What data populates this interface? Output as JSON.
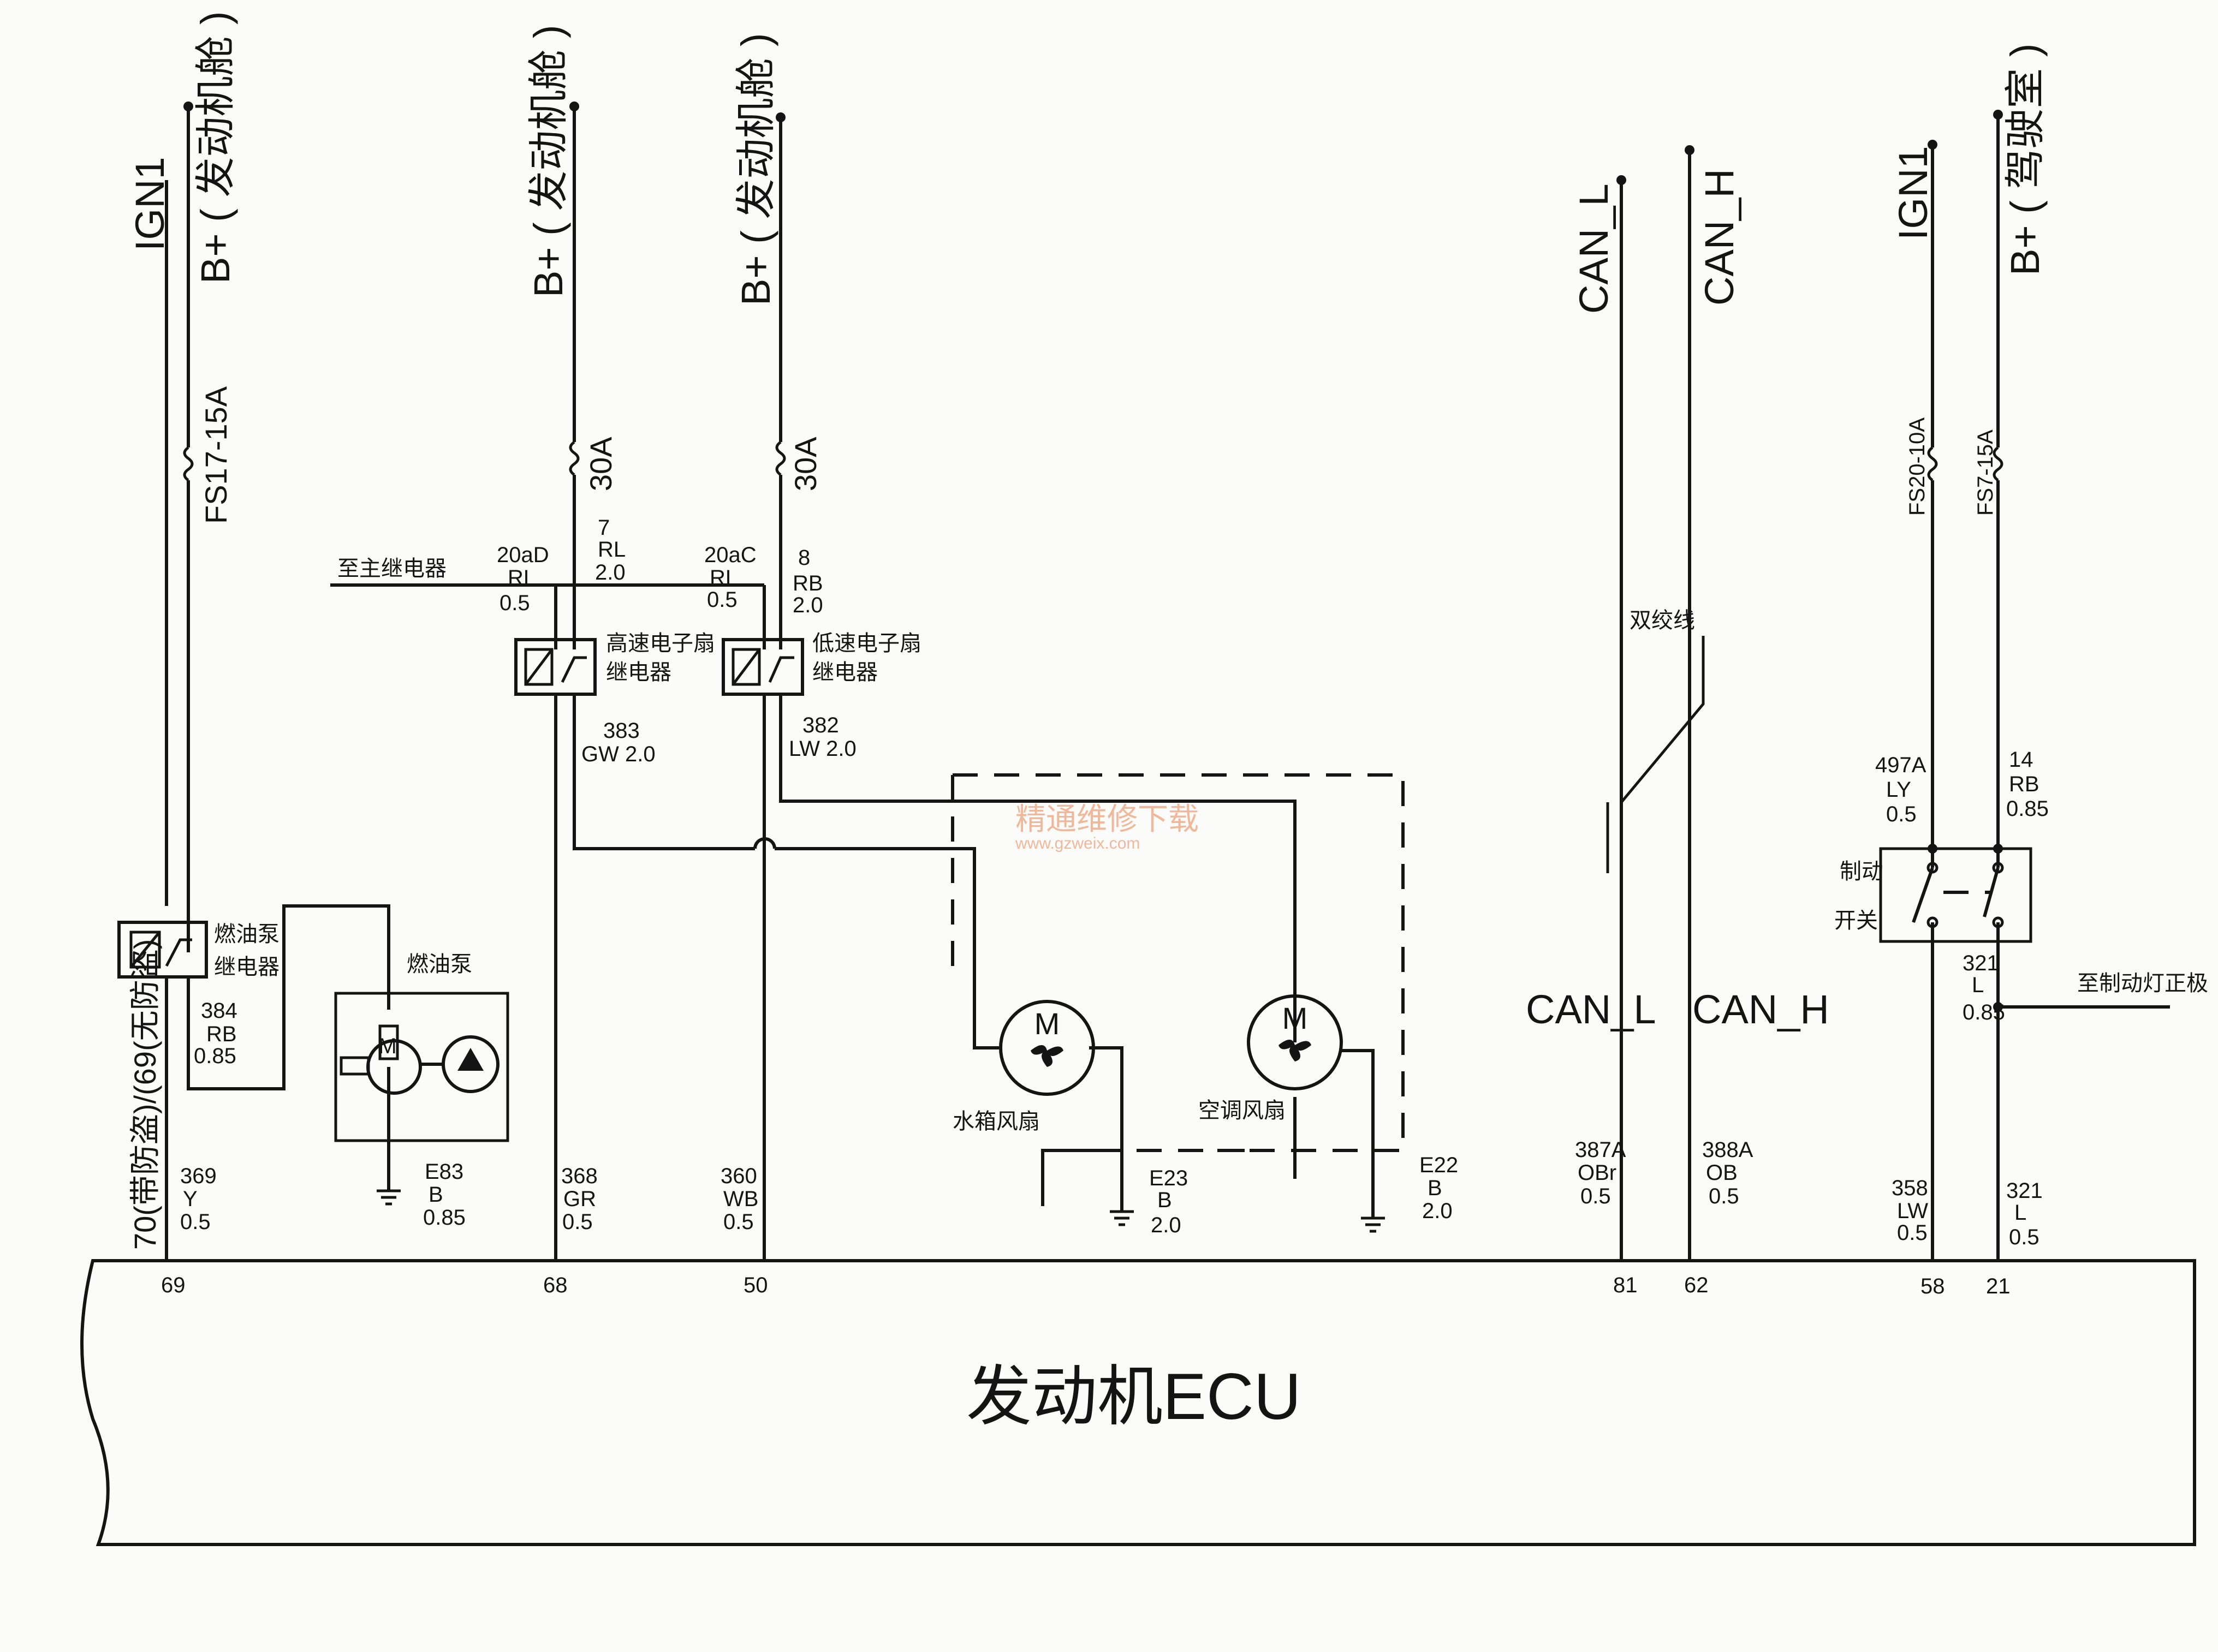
{
  "supplies": {
    "ign1_left": "IGN1",
    "bplus_1": "B+ ( 发动机舱 )",
    "bplus_2": "B+ ( 发动机舱 )",
    "bplus_3": "B+ ( 发动机舱 )",
    "can_l_top": "CAN_L",
    "can_h_top": "CAN_H",
    "ign1_right": "IGN1",
    "bplus_right": "B+ ( 驾驶室 )"
  },
  "fuses": {
    "fs17": "FS17-15A",
    "f30a_1": "30A",
    "f30a_2": "30A",
    "fs20": "FS20-10A",
    "fs7": "FS7-15A"
  },
  "relays": {
    "to_main_relay": "至主继电器",
    "high_speed_line1": "高速电子扇",
    "high_speed_line2": "继电器",
    "low_speed_line1": "低速电子扇",
    "low_speed_line2": "继电器",
    "fuel_pump_relay_line1": "燃油泵",
    "fuel_pump_relay_line2": "继电器",
    "fuel_pump": "燃油泵",
    "brake_switch_line1": "制动",
    "brake_switch_line2": "开关",
    "twisted_pair": "双绞线",
    "to_brake_light": "至制动灯正极",
    "fuel_pump_m": "M"
  },
  "wires": {
    "w20aD": [
      "20aD",
      "RL",
      "0.5"
    ],
    "w7": [
      "7",
      "RL",
      "2.0"
    ],
    "w20aC": [
      "20aC",
      "RL",
      "0.5"
    ],
    "w8": [
      "8",
      "RB",
      "2.0"
    ],
    "w383": [
      "383",
      "GW 2.0"
    ],
    "w382": [
      "382",
      "LW 2.0"
    ],
    "w384": [
      "384",
      "RB",
      "0.85"
    ],
    "w369": [
      "369",
      "Y",
      "0.5"
    ],
    "wE83": [
      "E83",
      "B",
      "0.85"
    ],
    "w368": [
      "368",
      "GR",
      "0.5"
    ],
    "w360": [
      "360",
      "WB",
      "0.5"
    ],
    "wE23": [
      "E23",
      "B",
      "2.0"
    ],
    "wE22": [
      "E22",
      "B",
      "2.0"
    ],
    "w387A": [
      "387A",
      "OBr",
      "0.5"
    ],
    "w388A": [
      "388A",
      "OB",
      "0.5"
    ],
    "w497A": [
      "497A",
      "LY",
      "0.5"
    ],
    "w14": [
      "14",
      "RB",
      "0.85"
    ],
    "w321a": [
      "321",
      "L",
      "0.85"
    ],
    "w358": [
      "358",
      "LW",
      "0.5"
    ],
    "w321b": [
      "321",
      "L",
      "0.5"
    ],
    "pin69_note": "70(带防盗)/(69(无防盗)"
  },
  "fans": {
    "m1": "M",
    "m2": "M",
    "radiator": "水箱风扇",
    "ac": "空调风扇"
  },
  "can": {
    "low": "CAN_L",
    "high": "CAN_H"
  },
  "pins": [
    "69",
    "68",
    "50",
    "81",
    "62",
    "58",
    "21"
  ],
  "ecu": {
    "title": "发动机ECU"
  },
  "watermark": {
    "cn": "精通维修下载",
    "url": "www.gzweix.com"
  },
  "colors": {
    "ink": "#141414",
    "paper": "#fbfbfa",
    "watermark": "#f0b89a"
  }
}
